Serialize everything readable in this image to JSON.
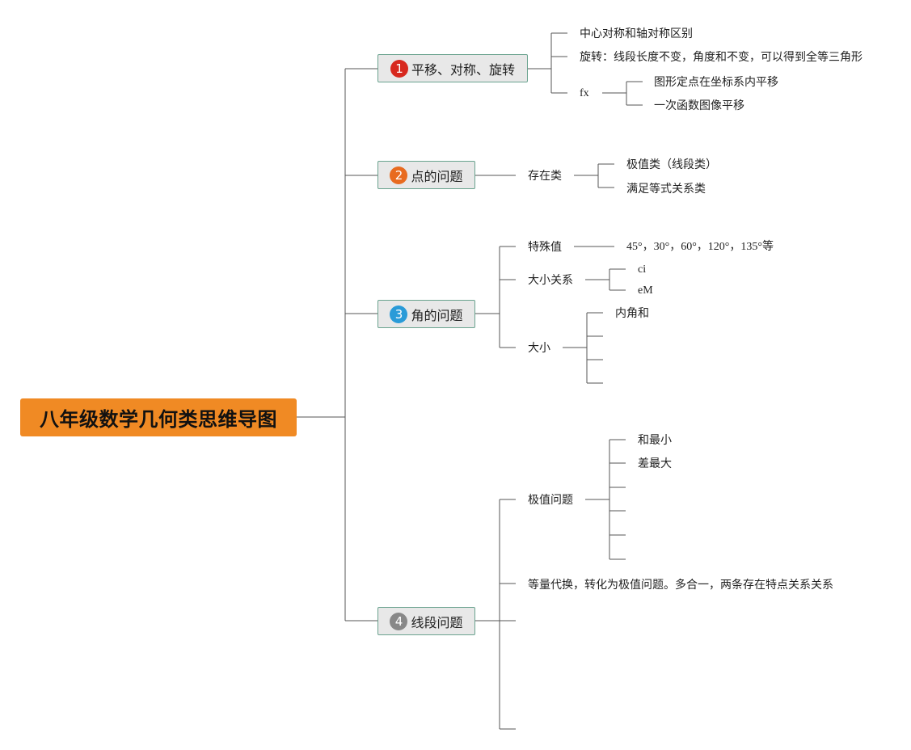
{
  "root": {
    "title": "八年级数学几何类思维导图"
  },
  "colors": {
    "root_bg": "#f08a24",
    "num1": "#d7281e",
    "num2": "#e86b1f",
    "num3": "#2a9bd8",
    "num4": "#888888",
    "line": "#555555"
  },
  "branches": [
    {
      "num": "1",
      "label": "平移、对称、旋转",
      "children": [
        {
          "label": "中心对称和轴对称区别"
        },
        {
          "label": "旋转：线段长度不变，角度和不变，可以得到全等三角形"
        },
        {
          "label": "fx",
          "children": [
            {
              "label": "图形定点在坐标系内平移"
            },
            {
              "label": "一次函数图像平移"
            }
          ]
        }
      ]
    },
    {
      "num": "2",
      "label": "点的问题",
      "children": [
        {
          "label": "存在类",
          "children": [
            {
              "label": "极值类（线段类）"
            },
            {
              "label": "满足等式关系类"
            }
          ]
        }
      ]
    },
    {
      "num": "3",
      "label": "角的问题",
      "children": [
        {
          "label": "特殊值",
          "children": [
            {
              "label": "45°，30°，60°，120°，135°等"
            }
          ]
        },
        {
          "label": "大小关系",
          "children": [
            {
              "label": "ci"
            },
            {
              "label": "eM"
            }
          ]
        },
        {
          "label": "大小",
          "children": [
            {
              "label": "内角和"
            },
            {
              "label": ""
            },
            {
              "label": ""
            },
            {
              "label": ""
            }
          ]
        }
      ]
    },
    {
      "num": "4",
      "label": "线段问题",
      "children": [
        {
          "label": "极值问题",
          "children": [
            {
              "label": "和最小"
            },
            {
              "label": "差最大"
            },
            {
              "label": ""
            },
            {
              "label": ""
            },
            {
              "label": ""
            },
            {
              "label": ""
            }
          ]
        },
        {
          "label": "等量代换，转化为极值问题。多合一，两条存在特点关系关系"
        },
        {
          "label": ""
        },
        {
          "label": ""
        }
      ]
    }
  ]
}
